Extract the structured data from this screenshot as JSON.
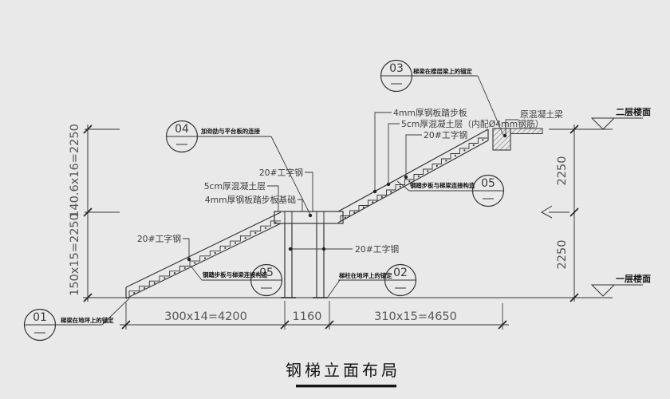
{
  "title": {
    "text": "钢梯立面布局"
  },
  "callouts": {
    "c01": {
      "num": "01",
      "label": "梯梁在地坪上的锚定"
    },
    "c02": {
      "num": "02",
      "label": "梯柱在地坪上的锚定"
    },
    "c03": {
      "num": "03",
      "label": "梯梁在楼层梁上的锚定"
    },
    "c04": {
      "num": "04",
      "label": "加劲肋与平台板的连接"
    },
    "c05_upper": {
      "num": "05",
      "label": "钢踏步板与梯梁连接构造"
    },
    "c05_lower": {
      "num": "05",
      "label": "钢踏步板与梯梁连接构造"
    }
  },
  "labels": {
    "tread_plate": "4mm厚钢板踏步板",
    "concrete_layer_rebar": "5cm厚混凝土层（内配Ø4mm钢筋）",
    "ibeam_upper": "20#工字钢",
    "original_beam": "原混凝土梁",
    "ibeam_platform": "20#工字钢",
    "concrete_layer": "5cm厚混凝土层",
    "tread_plate_base": "4mm厚钢板踏步板基础",
    "ibeam_lower": "20#工字钢",
    "ibeam_column": "20#工字钢",
    "floor_2": "二层楼面",
    "floor_1": "一层楼面"
  },
  "dimensions": {
    "left_upper": "140.6x16=2250",
    "left_lower": "150x15=2250",
    "right_upper": "2250",
    "right_lower": "2250",
    "bottom_run1": "300x14=4200",
    "bottom_landing": "1160",
    "bottom_run2": "310x15=4650"
  },
  "drawing": {
    "flights": [
      {
        "name": "lower",
        "steps": 15
      },
      {
        "name": "upper",
        "steps": 16
      }
    ]
  }
}
